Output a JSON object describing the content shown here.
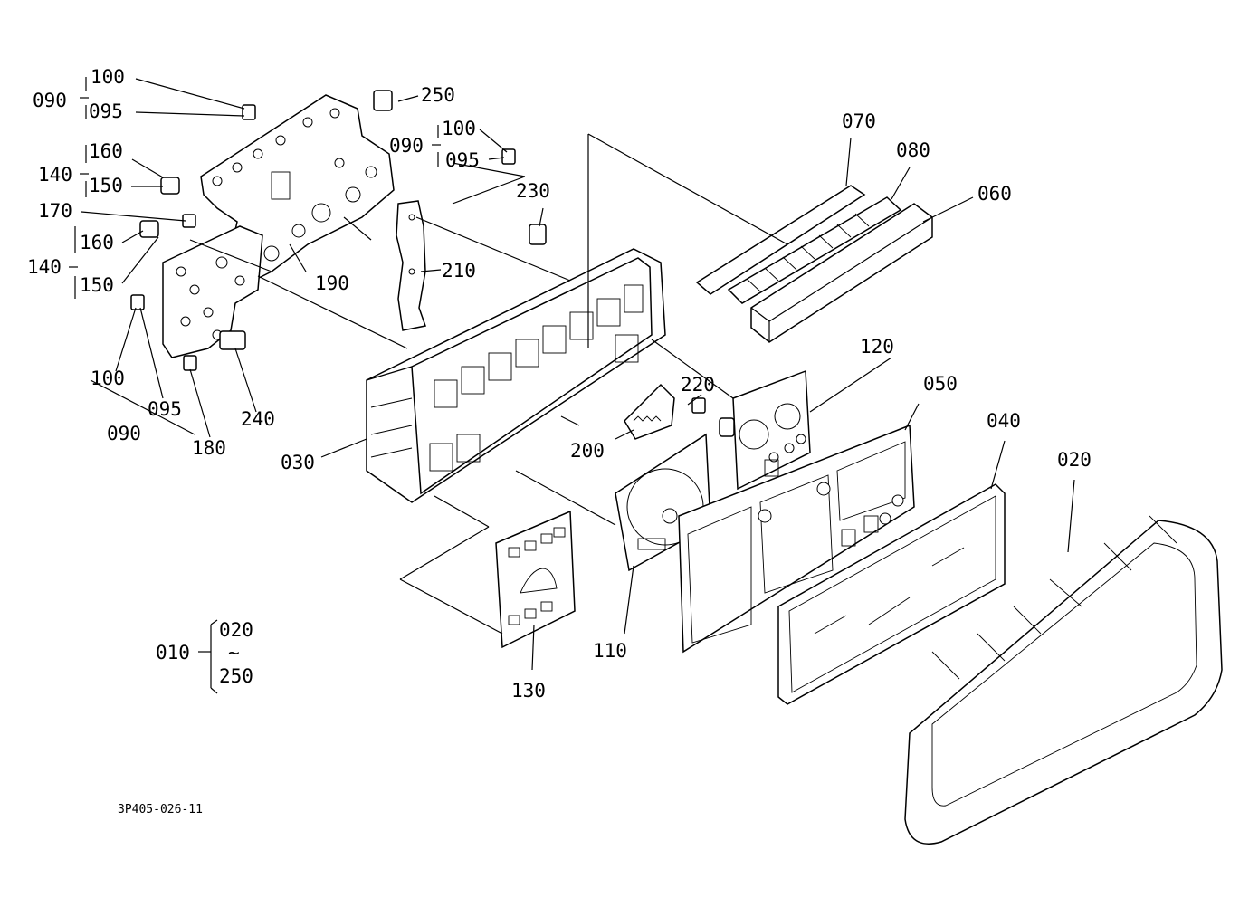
{
  "diagram": {
    "drawing_code": "3P405-026-11",
    "callouts": {
      "c010": "010",
      "c020": "020",
      "c020b": "020",
      "c030": "030",
      "c040": "040",
      "c050": "050",
      "c060": "060",
      "c070": "070",
      "c080": "080",
      "c090a": "090",
      "c090b": "090",
      "c090c": "090",
      "c095a": "095",
      "c095b": "095",
      "c095c": "095",
      "c100a": "100",
      "c100b": "100",
      "c100c": "100",
      "c110": "110",
      "c120": "120",
      "c130": "130",
      "c140a": "140",
      "c140b": "140",
      "c150a": "150",
      "c150b": "150",
      "c160a": "160",
      "c160b": "160",
      "c170": "170",
      "c180": "180",
      "c190": "190",
      "c200": "200",
      "c210": "210",
      "c220": "220",
      "c230": "230",
      "c240": "240",
      "c250": "250",
      "c250b": "250",
      "tilde": "~"
    }
  }
}
